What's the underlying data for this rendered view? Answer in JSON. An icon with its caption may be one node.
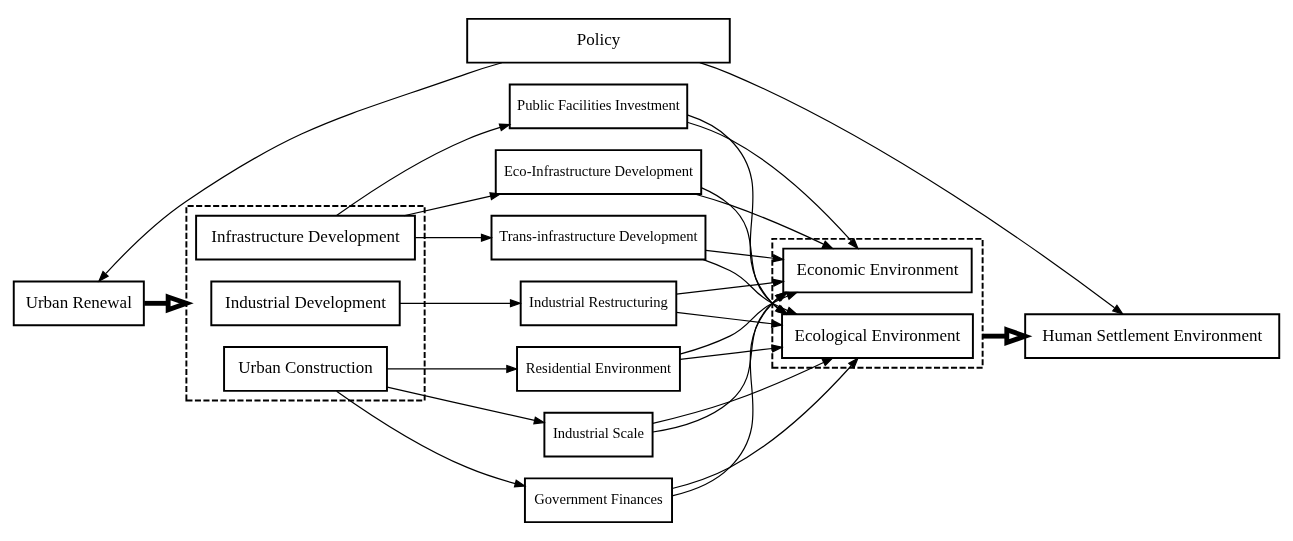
{
  "diagram": {
    "nodes": [
      {
        "text": [
          "Policy"
        ]
      },
      {
        "text": [
          "Urban Renewal"
        ]
      },
      {
        "text": [],
        "shape": "box"
      },
      {
        "text": [
          "Infrastructure Development"
        ],
        "in": 2
      },
      {
        "text": [
          "Industrial Development"
        ],
        "in": 2
      },
      {
        "text": [
          "Urban Construction"
        ],
        "in": 2
      },
      {
        "text": [
          "Public Facilities Investment"
        ]
      },
      {
        "text": [
          "Eco-Infrastructure Development"
        ]
      },
      {
        "text": [
          "Trans-infrastructure Development"
        ]
      },
      {
        "text": [
          "Industrial Restructuring"
        ]
      },
      {
        "text": [
          "Residential Environment"
        ]
      },
      {
        "text": [
          "Industrial Scale"
        ]
      },
      {
        "text": [
          "Government Finances"
        ]
      },
      {
        "text": [],
        "shape": "box"
      },
      {
        "text": [
          "Economic Environment"
        ],
        "in": 13
      },
      {
        "text": [
          "Ecological Environment"
        ],
        "in": 13
      },
      {
        "text": [
          "Human Settlement Environment"
        ]
      }
    ],
    "edges": [
      {
        "from": 0,
        "to": 1,
        "arrow": "to"
      },
      {
        "from": 0,
        "to": 16,
        "arrow": "to"
      },
      {
        "from": 1,
        "to": 2,
        "arrow": "to",
        "style": "thick"
      },
      {
        "from": 3,
        "to": 6,
        "arrow": "to"
      },
      {
        "from": 3,
        "to": 7,
        "arrow": "to"
      },
      {
        "from": 3,
        "to": 8,
        "arrow": "to"
      },
      {
        "from": 4,
        "to": 9,
        "arrow": "to"
      },
      {
        "from": 5,
        "to": 10,
        "arrow": "to"
      },
      {
        "from": 5,
        "to": 11,
        "arrow": "to"
      },
      {
        "from": 5,
        "to": 12,
        "arrow": "to"
      },
      {
        "from": 6,
        "to": 14,
        "arrow": "to"
      },
      {
        "from": 7,
        "to": 14,
        "arrow": "to"
      },
      {
        "from": 8,
        "to": 14,
        "arrow": "to"
      },
      {
        "from": 9,
        "to": 14,
        "arrow": "to"
      },
      {
        "from": 10,
        "to": 14,
        "arrow": "to"
      },
      {
        "from": 11,
        "to": 14,
        "arrow": "to"
      },
      {
        "from": 12,
        "to": 14,
        "arrow": "to"
      },
      {
        "from": 6,
        "to": 15,
        "arrow": "to"
      },
      {
        "from": 7,
        "to": 15,
        "arrow": "to"
      },
      {
        "from": 8,
        "to": 15,
        "arrow": "to"
      },
      {
        "from": 9,
        "to": 15,
        "arrow": "to"
      },
      {
        "from": 10,
        "to": 15,
        "arrow": "to"
      },
      {
        "from": 11,
        "to": 15,
        "arrow": "to"
      },
      {
        "from": 12,
        "to": 15,
        "arrow": "to"
      },
      {
        "from": 13,
        "to": 16,
        "arrow": "to",
        "style": "thick"
      }
    ]
  }
}
